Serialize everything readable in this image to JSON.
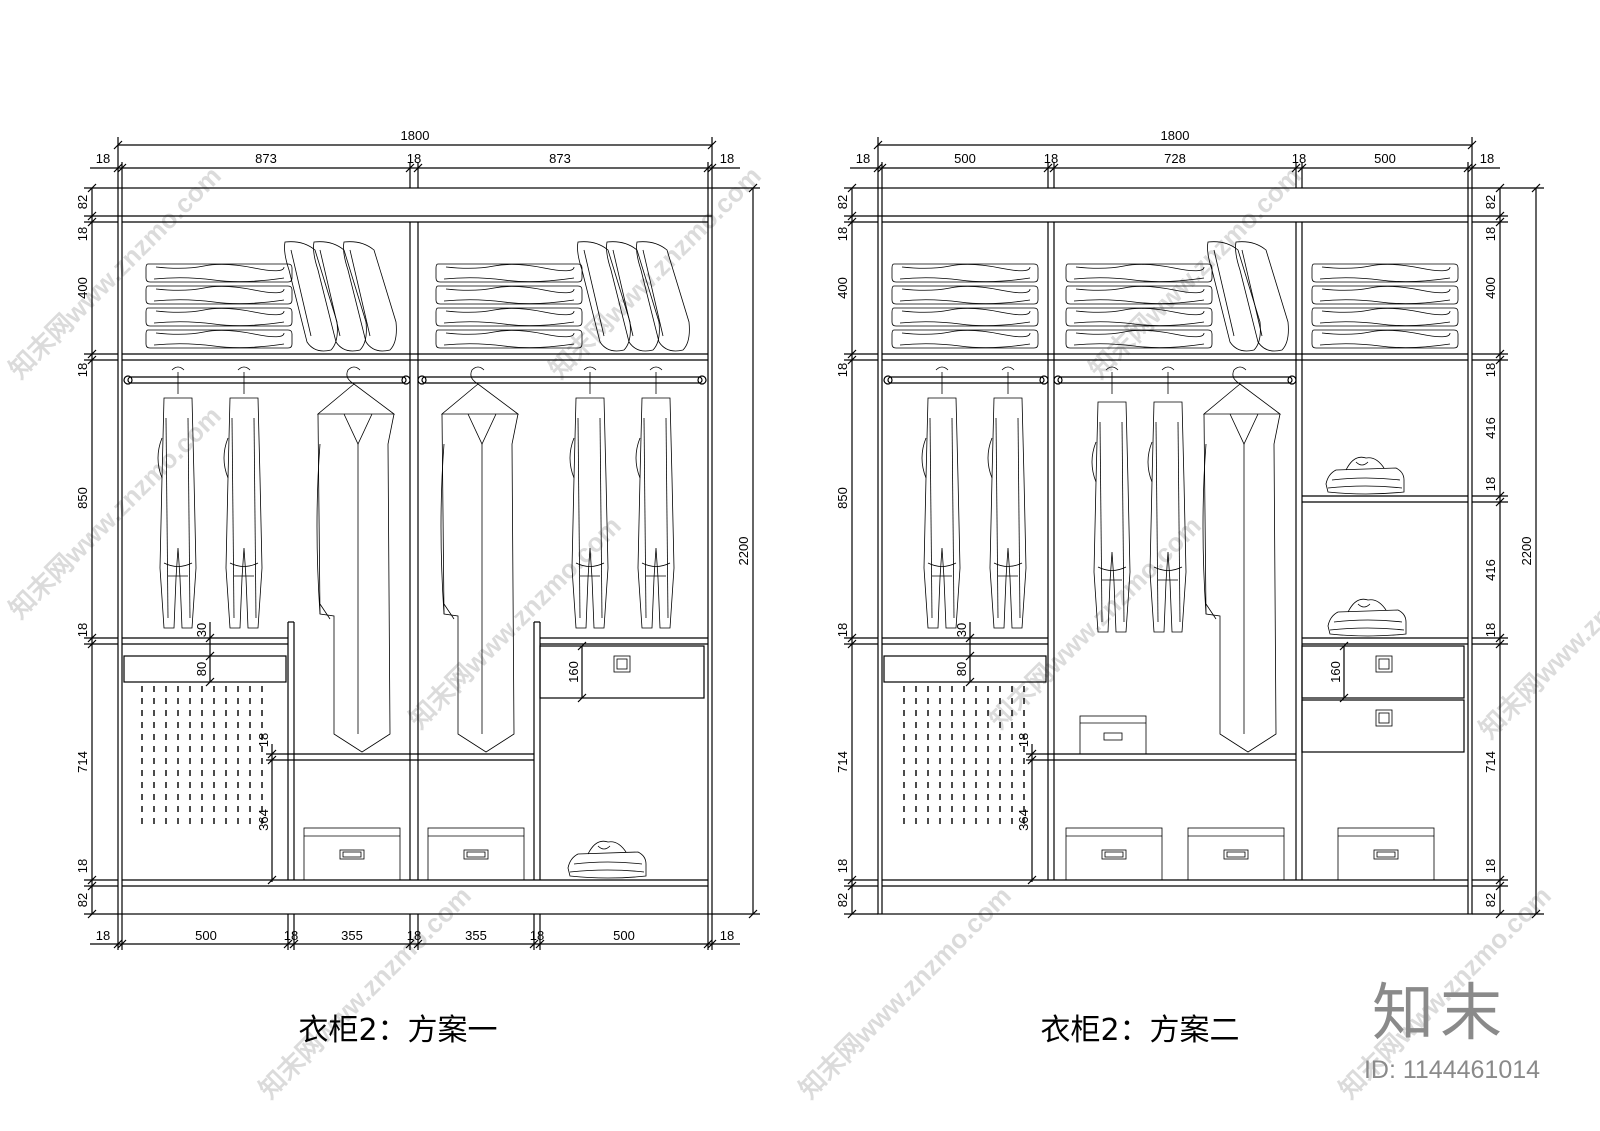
{
  "plans": [
    {
      "caption": "衣柜2：方案一",
      "top_total": "1800",
      "top_dims": [
        "18",
        "873",
        "18",
        "873",
        "18"
      ],
      "bottom_dims": [
        "18",
        "500",
        "18",
        "355",
        "18",
        "355",
        "18",
        "500",
        "18"
      ],
      "left_dims": [
        "82",
        "18",
        "400",
        "18",
        "850",
        "18",
        "30",
        "80",
        "714",
        "18",
        "18",
        "364",
        "18",
        "82"
      ],
      "right_total": "2200",
      "inner_dims": [
        "160"
      ]
    },
    {
      "caption": "衣柜2：方案二",
      "top_total": "1800",
      "top_dims": [
        "18",
        "500",
        "18",
        "728",
        "18",
        "500",
        "18"
      ],
      "left_dims": [
        "82",
        "18",
        "400",
        "18",
        "850",
        "18",
        "30",
        "80",
        "714",
        "18",
        "18",
        "364",
        "18",
        "82"
      ],
      "right_dims": [
        "82",
        "18",
        "400",
        "18",
        "416",
        "18",
        "416",
        "18",
        "714",
        "18",
        "82"
      ],
      "right_total": "2200",
      "inner_dims": [
        "160"
      ]
    }
  ],
  "watermark": "知末网www.znzmo.com",
  "brand": {
    "logo": "知末",
    "id_text": "ID: 1144461014"
  },
  "icons": [
    "folded-towel-icon",
    "pillow-icon",
    "hanger-icon",
    "trousers-icon",
    "shirt-icon",
    "storage-box-icon",
    "folded-shirts-icon",
    "tie-rack-icon"
  ]
}
